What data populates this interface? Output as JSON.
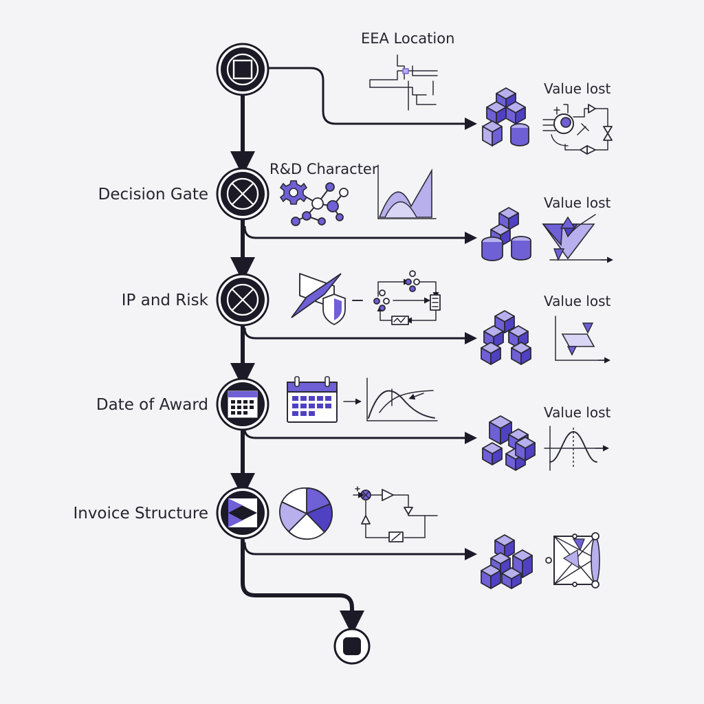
{
  "diagram": {
    "top_label": "EEA Location",
    "secondary_label": "R&D Character",
    "gates": [
      {
        "label": ""
      },
      {
        "label": "Decision Gate"
      },
      {
        "label": "IP and Risk"
      },
      {
        "label": "Date of Award"
      },
      {
        "label": "Invoice Structure"
      }
    ],
    "losses": [
      {
        "label": "Value lost"
      },
      {
        "label": "Value lost"
      },
      {
        "label": "Value lost"
      },
      {
        "label": "Value lost"
      }
    ],
    "colors": {
      "primary_ink": "#1b1a26",
      "accent": "#6f60d6",
      "accent_light": "#b7b0ec",
      "accent_dark": "#4f41c2",
      "background": "#f4f4f6"
    }
  }
}
